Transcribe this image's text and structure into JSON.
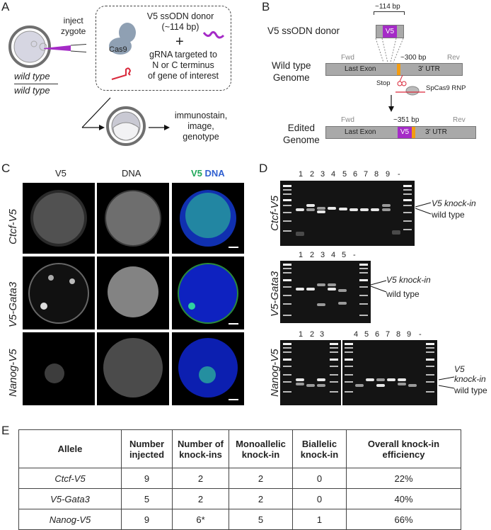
{
  "panels": {
    "A": {
      "label": "A",
      "inject_text": [
        "inject",
        "zygote"
      ],
      "genotype_top": "wild type",
      "genotype_bottom": "wild type",
      "cas9_label": "Cas9",
      "donor_line1": "V5 ssODN donor",
      "donor_line2": "(~114 bp)",
      "plus": "+",
      "grna_line1": "gRNA targeted to",
      "grna_line2": "N or C terminus",
      "grna_line3": "of gene of interest",
      "outcome": [
        "immunostain,",
        "image,",
        "genotype"
      ]
    },
    "B": {
      "label": "B",
      "donor_size": "~114 bp",
      "donor_title": "V5 ssODN donor",
      "v5_label": "V5",
      "wt_title": [
        "Wild type",
        "Genome"
      ],
      "edited_title": [
        "Edited",
        "Genome"
      ],
      "fwd": "Fwd",
      "rev": "Rev",
      "wt_amplicon": "~300 bp",
      "edited_amplicon": "~351 bp",
      "last_exon": "Last Exon",
      "utr": "3' UTR",
      "stop": "Stop",
      "rnp": "SpCas9 RNP",
      "colors": {
        "v5": "#a52bc7",
        "stop": "#f39c12",
        "gene": "#a9a9a9",
        "scissors": "#d9283b"
      }
    },
    "C": {
      "label": "C",
      "columns": [
        "V5",
        "DNA"
      ],
      "merge_v5": "V5",
      "merge_dna": "DNA",
      "rows": [
        "Ctcf-V5",
        "V5-Gata3",
        "Nanog-V5"
      ],
      "colors": {
        "v5": "#1fa85a",
        "dna": "#2f5fd0"
      }
    },
    "D": {
      "label": "D",
      "gels": [
        {
          "row": "Ctcf-V5",
          "lanes": [
            "1",
            "2",
            "3",
            "4",
            "5",
            "6",
            "7",
            "8",
            "9",
            "-"
          ],
          "knock_in": "V5 knock-in",
          "wild_type": "wild type"
        },
        {
          "row": "V5-Gata3",
          "lanes": [
            "1",
            "2",
            "3",
            "4",
            "5",
            "-"
          ],
          "knock_in": "V5 knock-in",
          "wild_type": "wild type"
        },
        {
          "row": "Nanog-V5",
          "lanes_left": [
            "1",
            "2",
            "3"
          ],
          "lanes_right": [
            "4",
            "5",
            "6",
            "7",
            "8",
            "9",
            "-"
          ],
          "knock_in_1": "V5",
          "knock_in_2": "knock-in",
          "wild_type": "wild type"
        }
      ]
    },
    "E": {
      "label": "E",
      "headers": [
        [
          "Allele"
        ],
        [
          "Number",
          "injected"
        ],
        [
          "Number of",
          "knock-ins"
        ],
        [
          "Monoallelic",
          "knock-in"
        ],
        [
          "Biallelic",
          "knock-in"
        ],
        [
          "Overall knock-in",
          "efficiency"
        ]
      ],
      "rows": [
        {
          "allele": "Ctcf-V5",
          "injected": "9",
          "knockins": "2",
          "mono": "2",
          "bi": "0",
          "eff": "22%"
        },
        {
          "allele": "V5-Gata3",
          "injected": "5",
          "knockins": "2",
          "mono": "2",
          "bi": "0",
          "eff": "40%"
        },
        {
          "allele": "Nanog-V5",
          "injected": "9",
          "knockins": "6*",
          "mono": "5",
          "bi": "1",
          "eff": "66%"
        }
      ]
    }
  }
}
